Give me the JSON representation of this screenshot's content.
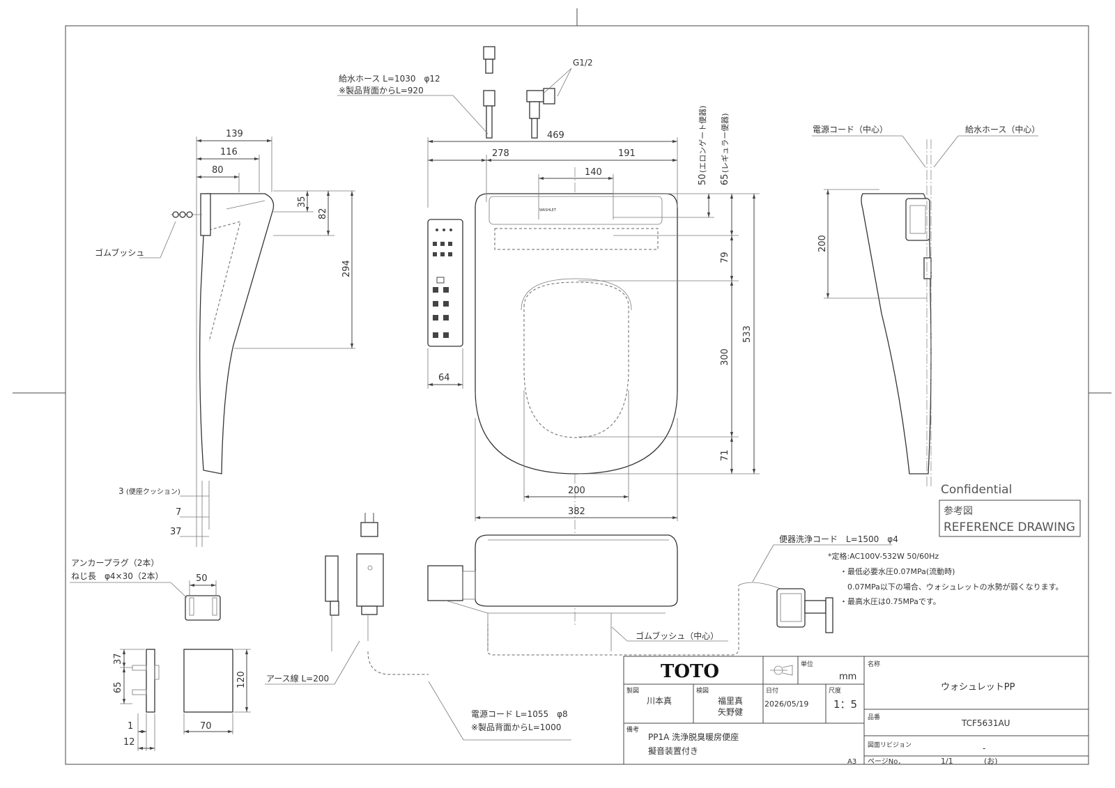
{
  "top_view": {
    "dim_469": "469",
    "dim_278": "278",
    "dim_191": "191",
    "dim_140": "140",
    "dim_50": "50",
    "note_50": "(エロンゲート便器)",
    "dim_65": "65",
    "note_65": "(レギュラー便器)",
    "dim_79": "79",
    "dim_300": "300",
    "dim_533": "533",
    "dim_71": "71",
    "dim_200": "200",
    "dim_382": "382",
    "dim_64": "64",
    "remote_label": "WASHLET"
  },
  "side_left": {
    "dim_139": "139",
    "dim_116": "116",
    "dim_80": "80",
    "dim_35": "35",
    "dim_82": "82",
    "dim_294": "294",
    "gum_bush": "ゴムブッシュ",
    "dim_3": "3",
    "note_3": "(便座クッション)",
    "dim_7": "7",
    "dim_37": "37"
  },
  "side_right": {
    "power_cord_center": "電源コード（中心）",
    "water_hose_center": "給水ホース（中心）",
    "dim_200": "200"
  },
  "water_hose": {
    "line1": "給水ホース L=1030　φ12",
    "line2": "※製品背面からL=920",
    "g_label": "G1/2"
  },
  "anchor": {
    "line1": "アンカープラグ（2本）",
    "line2": "ねじ長　φ4×30（2本）",
    "dim_50": "50"
  },
  "bracket": {
    "dim_37": "37",
    "dim_65": "65",
    "dim_120": "120",
    "dim_1": "1",
    "dim_12": "12",
    "dim_70": "70"
  },
  "cords": {
    "earth_wire": "アース線 L=200",
    "power_cord_1": "電源コード L=1055　φ8",
    "power_cord_2": "※製品背面からL=1000",
    "toilet_cord": "便器洗浄コード　L=1500　φ4",
    "gum_bush_center": "ゴムブッシュ（中心）"
  },
  "spec_notes": {
    "rating": "*定格:AC100V-532W 50/60Hz",
    "min_pressure": "・最低必要水圧0.07MPa(流動時)",
    "low_pressure_note": "0.07MPa以下の場合、ウォシュレットの水勢が弱くなります。",
    "max_pressure": "・最高水圧は0.75MPaです。"
  },
  "stamp": {
    "confidential": "Confidential",
    "ref_jp": "参考図",
    "ref_en": "REFERENCE DRAWING"
  },
  "title_block": {
    "logo": "TOTO",
    "unit_label": "単位",
    "unit": "mm",
    "name_label": "名称",
    "name": "ウォシュレットPP",
    "drawn_label": "製図",
    "drawn_by": "川本真",
    "checked_label": "検図",
    "checked_by_1": "福里真",
    "checked_by_2": "矢野健",
    "date_label": "日付",
    "date": "2026/05/19",
    "scale_label": "尺度",
    "scale": "1：5",
    "part_label": "品番",
    "part_number": "TCF5631AU",
    "remarks_label": "備考",
    "remarks_1": "PP1A 洗浄脱臭暖房便座",
    "remarks_2": "擬音装置付き",
    "revision_label": "図面リビジョン",
    "revision": "-",
    "page_label": "ページNo．",
    "page": "1/1",
    "page_suffix": "(お)",
    "sheet_size": "A3"
  }
}
